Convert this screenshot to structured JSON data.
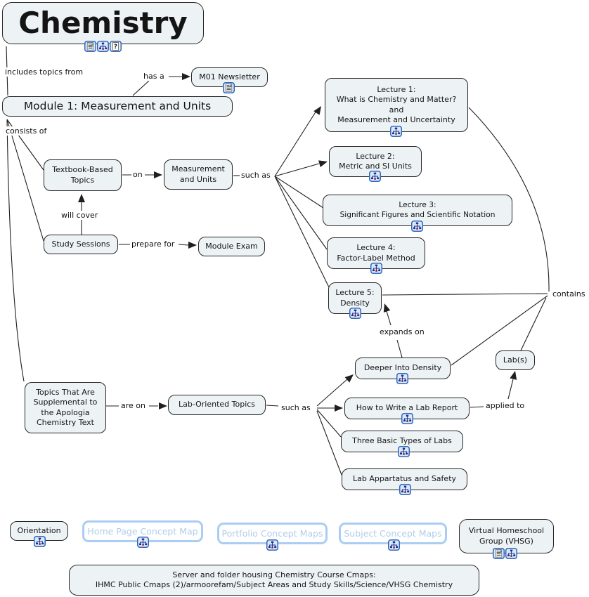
{
  "app": "concept-map",
  "colors": {
    "background": "#ffffff",
    "node_fill": "#edf3f5",
    "node_border": "#262626",
    "connector": "#1f1f1f",
    "link_box_border": "#a9cdf4",
    "link_box_text": "#b2cdeb",
    "icon_frame_blue": "#2f66bd"
  },
  "icons": {
    "document-icon": "page with text lines and small picture",
    "cmap-icon": "concept-map tree of linked nodes",
    "question-icon": "page with question mark"
  },
  "concepts": {
    "chemistry": {
      "label": "Chemistry",
      "icons": [
        "document-icon",
        "cmap-icon",
        "question-icon"
      ]
    },
    "m01_newsletter": {
      "label": "M01 Newsletter",
      "icons": [
        "document-icon"
      ]
    },
    "module1": {
      "label": "Module 1: Measurement and Units"
    },
    "textbook_topics": {
      "label": "Textbook-Based\nTopics"
    },
    "measurement_units": {
      "label": "Measurement\nand Units"
    },
    "study_sessions": {
      "label": "Study Sessions"
    },
    "module_exam": {
      "label": "Module Exam"
    },
    "lecture1": {
      "label": "Lecture 1:\nWhat is Chemistry and Matter?\nand\nMeasurement and Uncertainty",
      "icons": [
        "cmap-icon"
      ]
    },
    "lecture2": {
      "label": "Lecture 2:\nMetric and SI Units",
      "icons": [
        "cmap-icon"
      ]
    },
    "lecture3": {
      "label": "Lecture 3:\nSignificant Figures and Scientific Notation",
      "icons": [
        "cmap-icon"
      ]
    },
    "lecture4": {
      "label": "Lecture 4:\nFactor-Label Method",
      "icons": [
        "cmap-icon"
      ]
    },
    "lecture5": {
      "label": "Lecture 5:\nDensity",
      "icons": [
        "cmap-icon"
      ]
    },
    "deeper_density": {
      "label": "Deeper Into Density",
      "icons": [
        "cmap-icon"
      ]
    },
    "labs": {
      "label": "Lab(s)"
    },
    "how_to_write": {
      "label": "How to Write a Lab Report",
      "icons": [
        "cmap-icon"
      ]
    },
    "three_basic": {
      "label": "Three Basic Types of Labs",
      "icons": [
        "cmap-icon"
      ]
    },
    "lab_apparatus": {
      "label": "Lab Appartatus and Safety",
      "icons": [
        "cmap-icon"
      ]
    },
    "topics_supplemental": {
      "label": "Topics That Are\nSupplemental to\nthe Apologia\nChemistry Text"
    },
    "lab_oriented": {
      "label": "Lab-Oriented Topics"
    },
    "orientation": {
      "label": "Orientation",
      "icons": [
        "cmap-icon"
      ]
    },
    "home_page_cm": {
      "label": "Home Page Concept Map",
      "icons": [
        "cmap-icon"
      ]
    },
    "portfolio_cm": {
      "label": "Portfolio Concept Maps",
      "icons": [
        "cmap-icon"
      ]
    },
    "subject_cm": {
      "label": "Subject Concept Maps",
      "icons": [
        "cmap-icon"
      ]
    },
    "vhsg": {
      "label": "Virtual Homeschool\nGroup (VHSG)",
      "icons": [
        "document-icon",
        "cmap-icon"
      ]
    },
    "server_note": {
      "label": "Server and folder housing Chemistry Course Cmaps:\nIHMC Public Cmaps (2)/armoorefam/Subject Areas and Study Skills/Science/VHSG Chemistry"
    }
  },
  "linking_phrases": {
    "includes_topics_from": "includes topics from",
    "has_a": "has a",
    "consists_of": "consists of",
    "on": "on",
    "such_as_lectures": "such as",
    "will_cover": "will cover",
    "prepare_for": "prepare for",
    "contains": "contains",
    "expands_on": "expands on",
    "such_as_labs": "such as",
    "are_on": "are on",
    "applied_to": "applied to"
  }
}
